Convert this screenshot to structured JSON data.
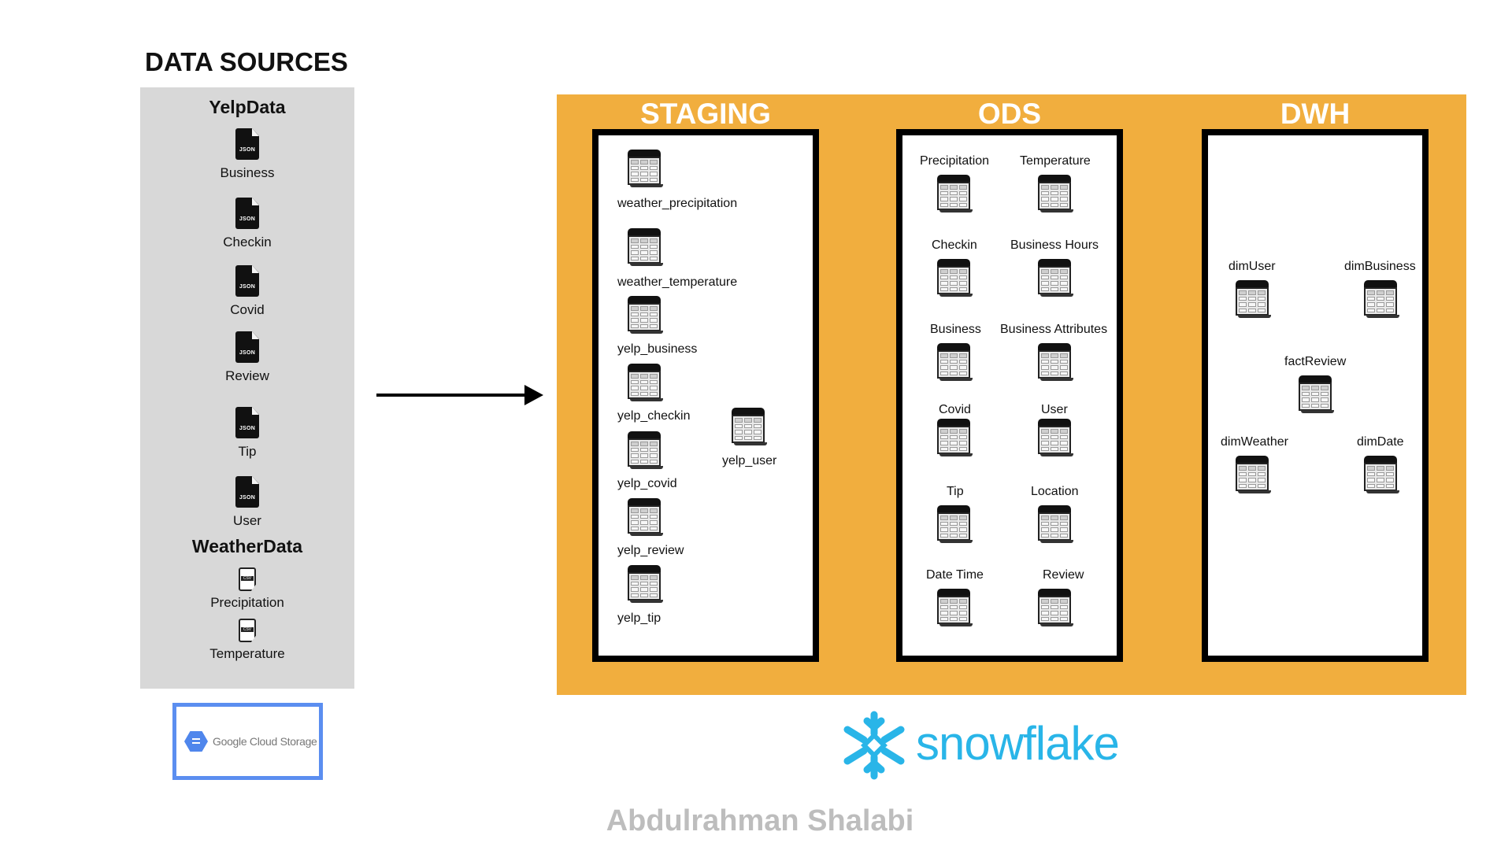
{
  "data_sources": {
    "title": "DATA SOURCES",
    "yelp_group": "YelpData",
    "yelp_items": [
      {
        "label": "Business",
        "icon": "json-file-icon",
        "badge": "JSON"
      },
      {
        "label": "Checkin",
        "icon": "json-file-icon",
        "badge": "JSON"
      },
      {
        "label": "Covid",
        "icon": "json-file-icon",
        "badge": "JSON"
      },
      {
        "label": "Review",
        "icon": "json-file-icon",
        "badge": "JSON"
      },
      {
        "label": "Tip",
        "icon": "json-file-icon",
        "badge": "JSON"
      },
      {
        "label": "User",
        "icon": "json-file-icon",
        "badge": "JSON"
      }
    ],
    "weather_group": "WeatherData",
    "weather_items": [
      {
        "label": "Precipitation",
        "icon": "csv-file-icon",
        "badge": "CSV"
      },
      {
        "label": "Temperature",
        "icon": "csv-file-icon",
        "badge": "CSV"
      }
    ]
  },
  "gcs": {
    "label": "Google Cloud Storage",
    "accent": "#5b8ef0"
  },
  "staging": {
    "title": "STAGING",
    "tables": [
      "weather_precipitation",
      "weather_temperature",
      "yelp_business",
      "yelp_checkin",
      "yelp_covid",
      "yelp_review",
      "yelp_tip",
      "yelp_user"
    ]
  },
  "ods": {
    "title": "ODS",
    "tables": [
      "Precipitation",
      "Temperature",
      "Checkin",
      "Business Hours",
      "Business",
      "Business Attributes",
      "Covid",
      "User",
      "Tip",
      "Location",
      "Date Time",
      "Review"
    ]
  },
  "dwh": {
    "title": "DWH",
    "tables": [
      "dimUser",
      "dimBusiness",
      "factReview",
      "dimWeather",
      "dimDate"
    ]
  },
  "brand": {
    "snowflake": "snowflake",
    "snowflake_color": "#29b5e8",
    "platform_color": "#f1ae3e"
  },
  "author": "Abdulrahman Shalabi"
}
